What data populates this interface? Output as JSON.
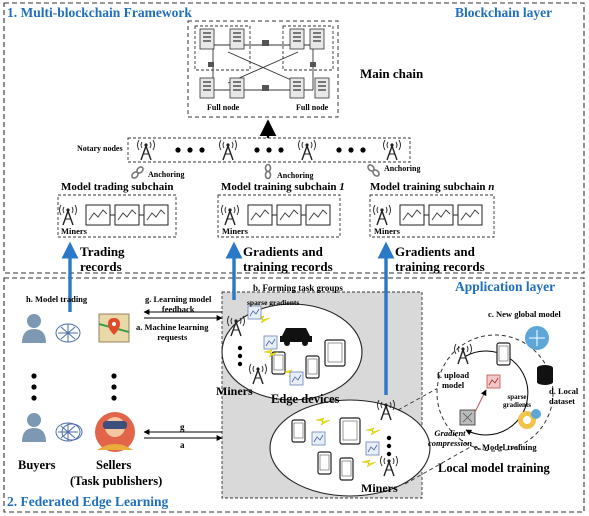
{
  "blockchain_layer": {
    "section_title": "1. Multi-blockchain  Framework",
    "layer_title": "Blockchain layer",
    "main_chain_label": "Main chain",
    "full_node_label_left": "Full node",
    "full_node_label_right": "Full node",
    "notary_nodes_label": "Notary nodes",
    "anchoring_label_1": "Anchoring",
    "anchoring_label_2": "Anchoring",
    "anchoring_label_3": "Anchoring",
    "subchains": [
      {
        "title": "Model trading subchain",
        "miners": "Miners",
        "flow_label_1": "Trading",
        "flow_label_2": "records"
      },
      {
        "title": "Model training subchain ",
        "title_italic": "1",
        "miners": "Miners",
        "flow_label_1": "Gradients and",
        "flow_label_2": "training records"
      },
      {
        "title": "Model training subchain ",
        "title_italic": "n",
        "miners": "Miners",
        "flow_label_1": "Gradients and",
        "flow_label_2": "training records"
      }
    ]
  },
  "application_layer": {
    "layer_title": "Application layer",
    "section_title": "2. Federated Edge Learning",
    "h_model_trading": "h. Model trading",
    "g_feedback_1": "g. Learning model",
    "g_feedback_2": "feedback",
    "a_requests_1": "a. Machine learning",
    "a_requests_2": "requests",
    "g_short": "g",
    "a_short": "a",
    "buyers": "Buyers",
    "sellers": "Sellers",
    "task_publishers": "(Task  publishers)",
    "forming_task_groups": "b. Forming task groups",
    "sparse_gradients_top": "sparse gradients",
    "miners_mid": "Miners",
    "edge_devices": "Edge devices",
    "miners_bottom": "Miners",
    "local_training": {
      "c_new_global_model": "c. New global model",
      "d_local_1": "d. Local",
      "d_local_2": "dataset",
      "e_model_training": "e. Model training",
      "f_upload_1": "f. upload",
      "f_upload_2": "model",
      "sparse_1": "sparse",
      "sparse_2": "gradients",
      "gradient_1": "Gradient",
      "gradient_2": "compression",
      "title": "Local model training"
    }
  },
  "colors": {
    "accent_blue": "#1f6fbf",
    "gray_panel": "#d9d9d9",
    "arrow_blue": "#2a78c8",
    "spark_yellow": "#f2e600"
  }
}
